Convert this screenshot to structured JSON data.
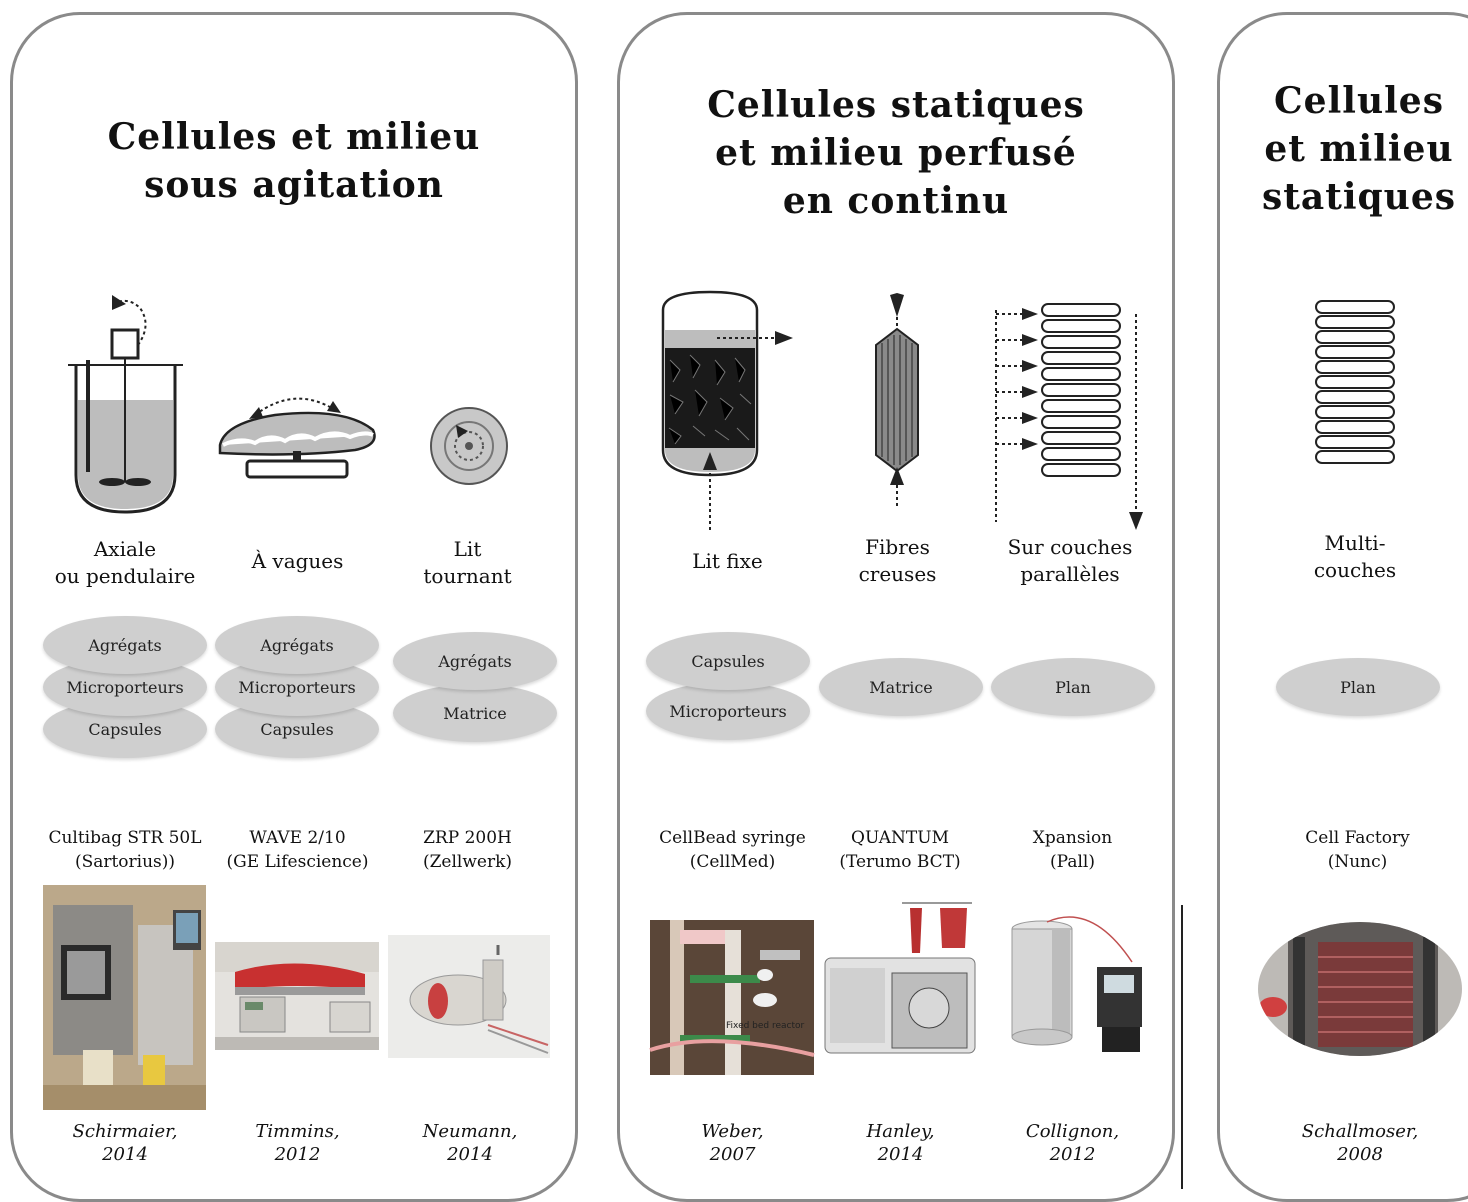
{
  "panels": [
    {
      "title": "Cellules et milieu\nsous agitation",
      "columns": [
        {
          "label": "Axiale\nou pendulaire",
          "supports": [
            "Agrégats",
            "Microporteurs",
            "Capsules"
          ],
          "product": "Cultibag STR 50L\n(Sartorius))",
          "citation": "Schirmaier,\n2014"
        },
        {
          "label": "À vagues",
          "supports": [
            "Agrégats",
            "Microporteurs",
            "Capsules"
          ],
          "product": "WAVE 2/10\n(GE Lifescience)",
          "citation": "Timmins,\n2012"
        },
        {
          "label": "Lit\ntournant",
          "supports": [
            "Agrégats",
            "Matrice"
          ],
          "product": "ZRP 200H\n(Zellwerk)",
          "citation": "Neumann,\n2014"
        }
      ]
    },
    {
      "title": "Cellules statiques\net milieu perfusé\nen continu",
      "columns": [
        {
          "label": "Lit fixe",
          "supports": [
            "Capsules",
            "Microporteurs"
          ],
          "product": "CellBead syringe\n(CellMed)",
          "citation": "Weber,\n2007",
          "photo_caption": "Fixed bed reactor"
        },
        {
          "label": "Fibres\ncreuses",
          "supports": [
            "Matrice"
          ],
          "product": "QUANTUM\n(Terumo BCT)",
          "citation": "Hanley,\n2014"
        },
        {
          "label": "Sur couches\nparallèles",
          "supports": [
            "Plan"
          ],
          "product": "Xpansion\n(Pall)",
          "citation": "Collignon,\n2012"
        }
      ]
    },
    {
      "title": "Cellules\net milieu\nstatiques",
      "columns": [
        {
          "label": "Multi-\ncouches",
          "supports": [
            "Plan"
          ],
          "product": "Cell Factory\n(Nunc)",
          "citation": "Schallmoser,\n2008"
        }
      ]
    }
  ],
  "colors": {
    "border": "#8a8a8a",
    "disk": "#cfcfcf",
    "liquid": "#bdbdbd"
  }
}
